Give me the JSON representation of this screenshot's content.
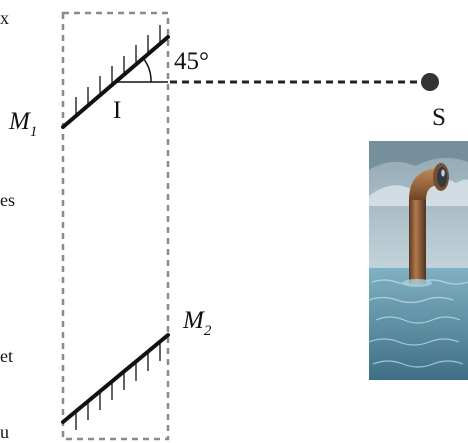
{
  "labels": {
    "mirror1_main": "M",
    "mirror1_sub": "1",
    "mirror2_main": "M",
    "mirror2_sub": "2",
    "incidence_point": "I",
    "angle": "45°",
    "source": "S"
  },
  "edge_text": {
    "top": "x",
    "middle1": "es",
    "middle2": "et",
    "bottom": "u"
  },
  "photo": {
    "subject": "periscope-above-water"
  },
  "colors": {
    "mirror": "#111111",
    "frame": "#8a8a8a",
    "ray": "#222222",
    "sky_top": "#90a7b4",
    "sky_bottom": "#d2dfe5",
    "water": "#5e93a8",
    "periscope": "#8b5a36"
  }
}
